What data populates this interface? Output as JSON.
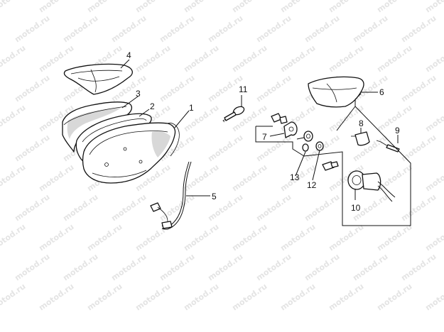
{
  "watermark": {
    "text": "motod.ru"
  },
  "callouts": [
    {
      "id": "1",
      "label": "1"
    },
    {
      "id": "2",
      "label": "2"
    },
    {
      "id": "3",
      "label": "3"
    },
    {
      "id": "4",
      "label": "4"
    },
    {
      "id": "5",
      "label": "5"
    },
    {
      "id": "6",
      "label": "6"
    },
    {
      "id": "7",
      "label": "7"
    },
    {
      "id": "8",
      "label": "8"
    },
    {
      "id": "9",
      "label": "9"
    },
    {
      "id": "10",
      "label": "10"
    },
    {
      "id": "11",
      "label": "11"
    },
    {
      "id": "12",
      "label": "12"
    },
    {
      "id": "13",
      "label": "13"
    }
  ]
}
